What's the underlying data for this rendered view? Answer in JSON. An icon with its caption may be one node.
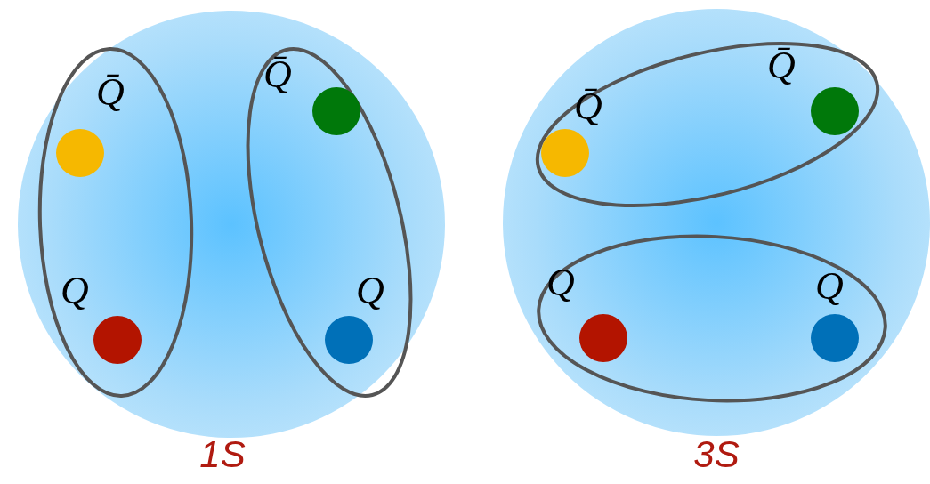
{
  "diagram": {
    "nodes": [
      {
        "text": [],
        "shape": "circle",
        "beside": [
          "1S"
        ]
      },
      {
        "text": [
          "Q̄",
          "Q"
        ],
        "in": 0
      },
      {
        "text": [
          "Q̄",
          "Q"
        ],
        "in": 0
      },
      {
        "text": [],
        "shape": "circle",
        "beside": [
          "3S"
        ]
      },
      {
        "text": [
          "Q̄",
          "Q̄"
        ],
        "in": 3
      },
      {
        "text": [
          "Q",
          "Q"
        ],
        "in": 3
      }
    ],
    "edges": []
  }
}
